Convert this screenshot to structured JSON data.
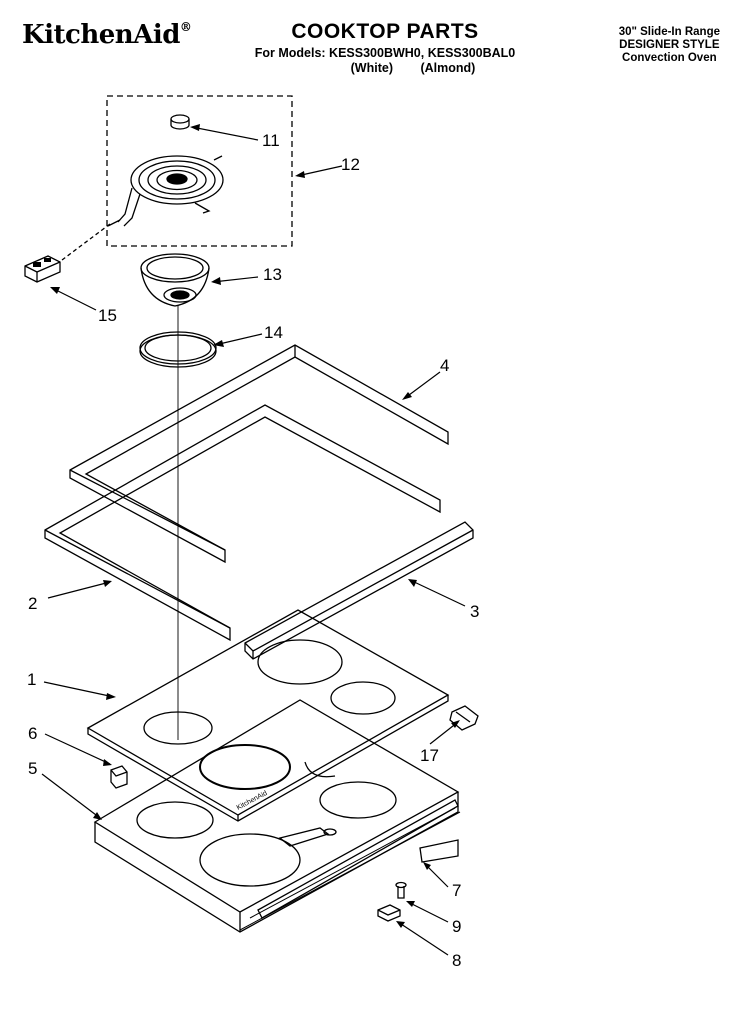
{
  "header": {
    "brand": "KitchenAid",
    "brand_mark": "®",
    "title": "COOKTOP PARTS",
    "models_line": "For Models: KESS300BWH0, KESS300BAL0",
    "variant_white": "(White)",
    "variant_almond": "(Almond)",
    "range_line1": "30\" Slide-In Range",
    "range_line2": "DESIGNER STYLE",
    "range_line3": "Convection Oven"
  },
  "callouts": {
    "c1": "1",
    "c2": "2",
    "c3": "3",
    "c4": "4",
    "c5": "5",
    "c6": "6",
    "c7": "7",
    "c8": "8",
    "c9": "9",
    "c11": "11",
    "c12": "12",
    "c13": "13",
    "c14": "14",
    "c15": "15",
    "c17": "17"
  },
  "cooktop_brand": "KitchenAid"
}
